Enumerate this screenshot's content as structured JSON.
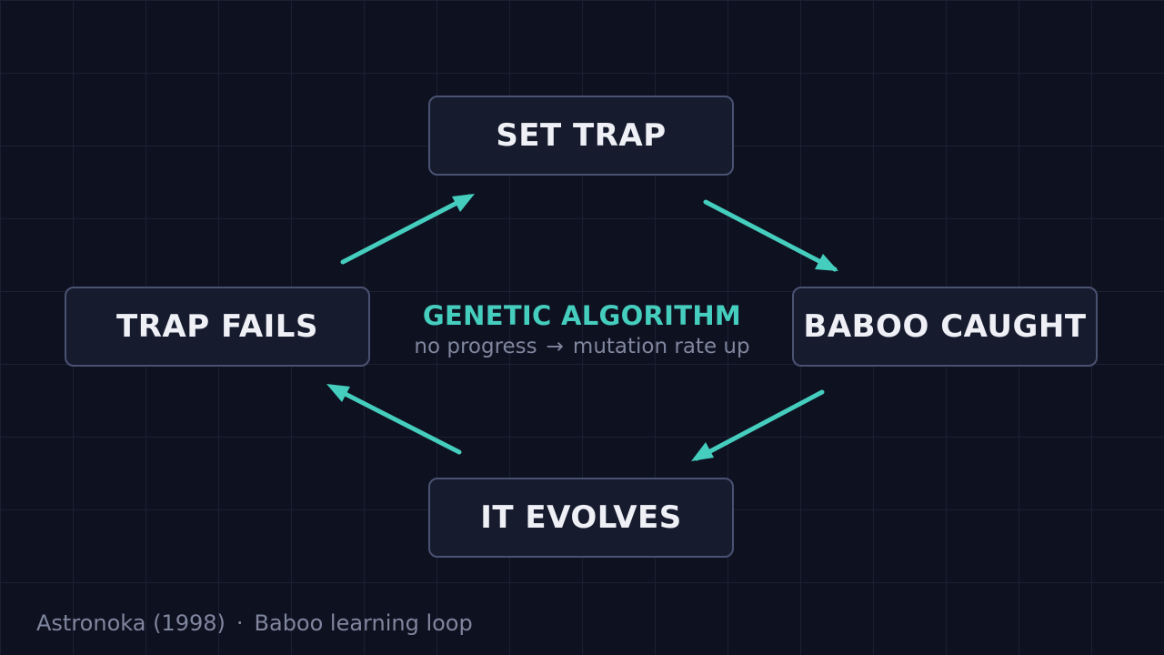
{
  "diagram": {
    "type": "cycle",
    "accent_color": "#45cdbe",
    "nodes": {
      "top": "SET TRAP",
      "right": "BABOO CAUGHT",
      "bottom": "IT EVOLVES",
      "left": "TRAP FAILS"
    },
    "center": {
      "title": "GENETIC ALGORITHM",
      "subtitle_left": "no progress",
      "subtitle_arrow": "→",
      "subtitle_right": "mutation rate up"
    },
    "edges": [
      {
        "from": "top",
        "to": "right"
      },
      {
        "from": "right",
        "to": "bottom"
      },
      {
        "from": "bottom",
        "to": "left"
      },
      {
        "from": "left",
        "to": "top"
      }
    ]
  },
  "caption": {
    "source": "Astronoka (1998)",
    "separator": "·",
    "description": "Baboo learning loop"
  }
}
